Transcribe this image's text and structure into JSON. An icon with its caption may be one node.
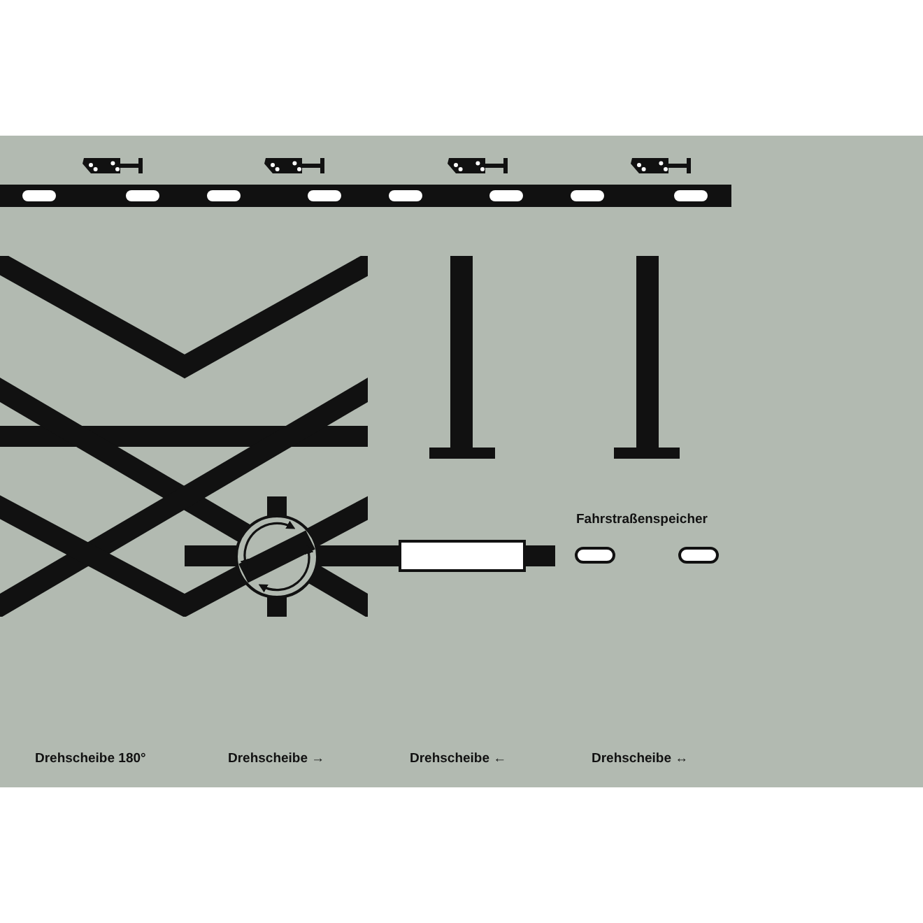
{
  "diagram": {
    "labels": [
      "Fahrstraßenspeicher",
      "Drehscheibe 180°",
      "Drehscheibe →",
      "Drehscheibe ←",
      "Drehscheibe ↔"
    ]
  }
}
